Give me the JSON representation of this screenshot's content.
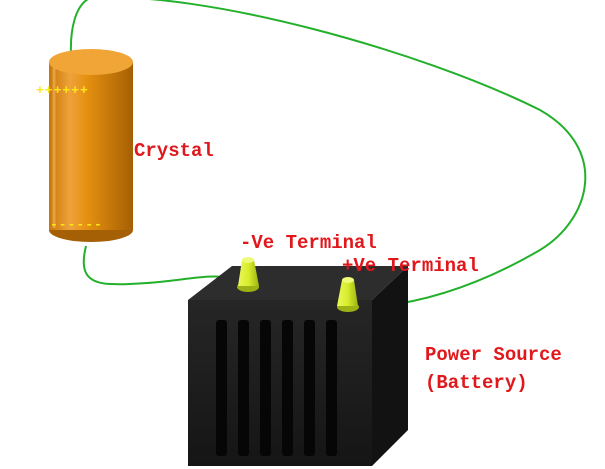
{
  "colors": {
    "background": "#ffffff",
    "wire": "#23b02a",
    "crystal_body": "#e5900f",
    "crystal_shadow": "#b86d05",
    "crystal_highlight": "#f4b24a",
    "crystal_marks": "#ffe817",
    "label_text": "#e0181c",
    "battery_body": "#1e1e1e",
    "battery_top": "#2e2e2e",
    "battery_side": "#141414",
    "battery_slot": "#080808",
    "terminal": "#d8ee2c",
    "terminal_shade": "#9cb214"
  },
  "crystal": {
    "label": "Crystal",
    "positive_marks": "++++++",
    "negative_marks": "------"
  },
  "battery": {
    "negative_terminal_label": "-Ve Terminal",
    "positive_terminal_label": "+Ve Terminal",
    "label_line1": "Power Source",
    "label_line2": "(Battery)"
  }
}
